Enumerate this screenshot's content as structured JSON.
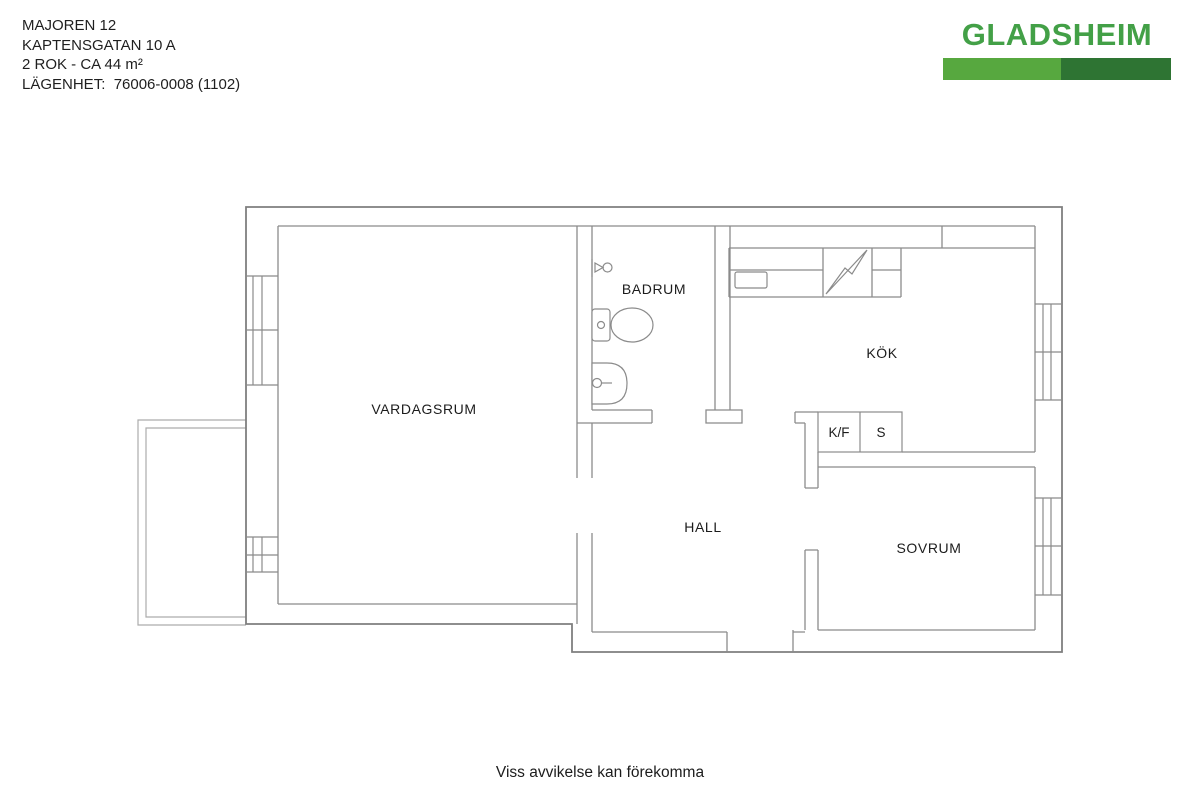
{
  "header": {
    "project": "MAJOREN 12",
    "address": "KAPTENSGATAN 10 A",
    "size": "2 ROK - CA 44 m²",
    "apartment": "LÄGENHET:  76006-0008 (1102)"
  },
  "logo": {
    "name": "GLADSHEIM",
    "text_color": "#43a047",
    "bar_left_color": "#57a83f",
    "bar_right_color": "#2e7433"
  },
  "floorplan": {
    "line_color": "#8b8b8b",
    "balcony_line_color": "#acacac",
    "rooms": {
      "vardagsrum": "VARDAGSRUM",
      "badrum": "BADRUM",
      "kok": "KÖK",
      "hall": "HALL",
      "sovrum": "SOVRUM",
      "kf": "K/F",
      "s": "S"
    },
    "fixtures": [
      "balcony",
      "shutoff-valve",
      "toilet",
      "bathroom-sink",
      "kitchen-counter",
      "kitchen-sink",
      "stove",
      "fridge-freezer-unit",
      "cabinet-unit",
      "windows"
    ]
  },
  "footer": {
    "disclaimer": "Viss avvikelse kan förekomma"
  }
}
